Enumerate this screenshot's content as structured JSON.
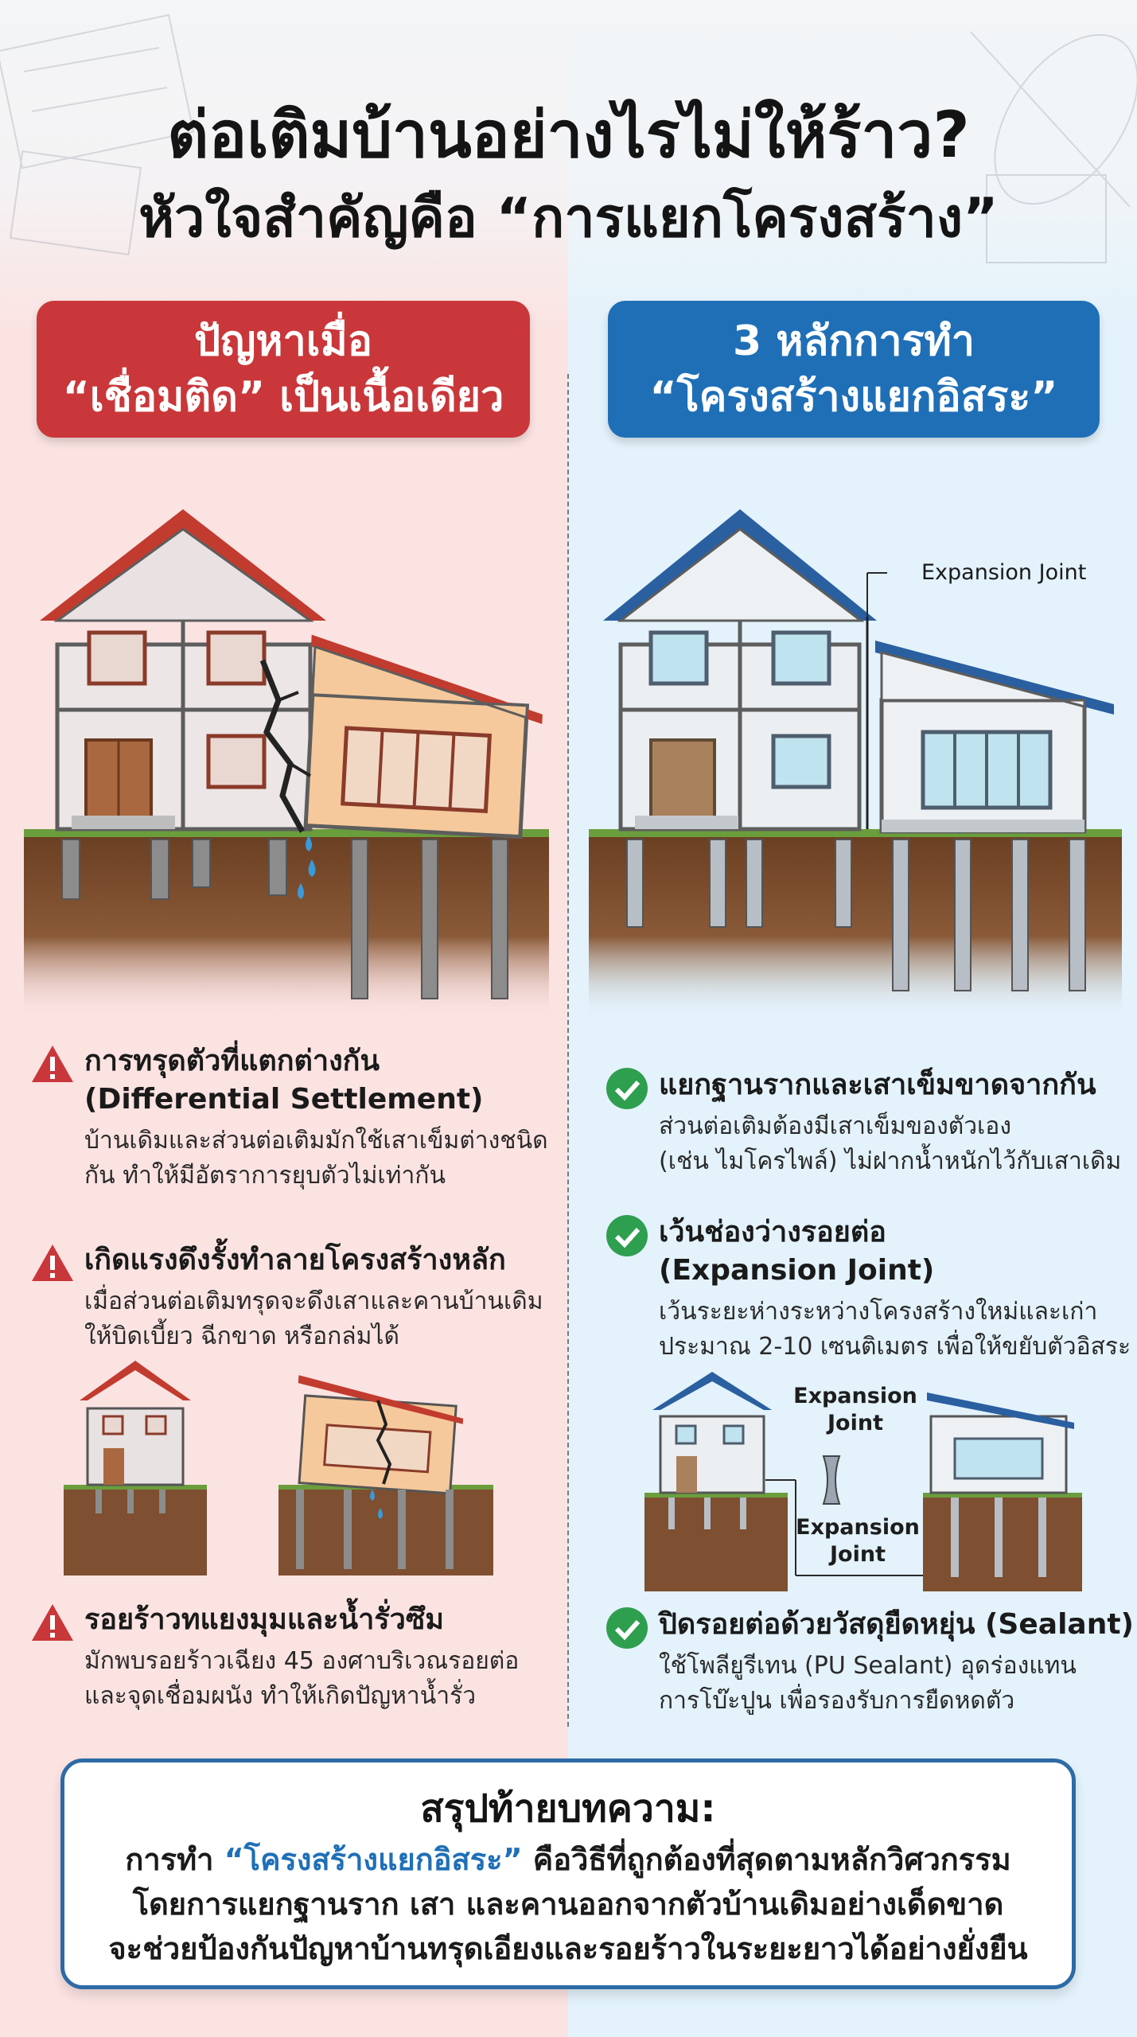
{
  "title": {
    "line1": "ต่อเติมบ้านอย่างไรไม่ให้ร้าว?",
    "line2": "หัวใจสำคัญคือ “การแยกโครงสร้าง”"
  },
  "left": {
    "banner_line1": "ปัญหาเมื่อ",
    "banner_line2": "“เชื่อมติด” เป็นเนื้อเดียว",
    "items": [
      {
        "heading1": "การทรุดตัวที่แตกต่างกัน",
        "heading2": "(Differential Settlement)",
        "body1": "บ้านเดิมและส่วนต่อเติมมักใช้เสาเข็มต่างชนิด",
        "body2": "กัน ทำให้มีอัตราการยุบตัวไม่เท่ากัน"
      },
      {
        "heading1": "เกิดแรงดึงรั้งทำลายโครงสร้างหลัก",
        "body1": "เมื่อส่วนต่อเติมทรุดจะดึงเสาและคานบ้านเดิม",
        "body2": "ให้บิดเบี้ยว ฉีกขาด หรือกล่มได้"
      },
      {
        "heading1": "รอยร้าวทแยงมุมและน้ำรั่วซึม",
        "body1": "มักพบรอยร้าวเฉียง 45 องศาบริเวณรอยต่อ",
        "body2": "และจุดเชื่อมผนัง ทำให้เกิดปัญหาน้ำรั่ว"
      }
    ]
  },
  "right": {
    "banner_line1": "3 หลักการทำ",
    "banner_line2": "“โครงสร้างแยกอิสระ”",
    "expansion_label": "Expansion Joint",
    "small_label1_a": "Expansion",
    "small_label1_b": "Joint",
    "small_label2_a": "Expansion",
    "small_label2_b": "Joint",
    "items": [
      {
        "heading1": "แยกฐานรากและเสาเข็มขาดจากกัน",
        "body1": "ส่วนต่อเติมต้องมีเสาเข็มของตัวเอง",
        "body2": "(เช่น ไมโครไพล์) ไม่ฝากน้ำหนักไว้กับเสาเดิม"
      },
      {
        "heading1": "เว้นช่องว่างรอยต่อ",
        "heading2": "(Expansion Joint)",
        "body1": "เว้นระยะห่างระหว่างโครงสร้างใหม่และเก่า",
        "body2": "ประมาณ 2-10 เซนติเมตร เพื่อให้ขยับตัวอิสระ"
      },
      {
        "heading1": "ปิดรอยต่อด้วยวัสดุยืดหยุ่น (Sealant)",
        "body1": "ใช้โพลียูรีเทน (PU Sealant) อุดร่องแทน",
        "body2": "การโบ๊ะปูน เพื่อรองรับการยืดหดตัว"
      }
    ]
  },
  "summary": {
    "title": "สรุปท้ายบทความ:",
    "line1_pre": "การทำ ",
    "line1_highlight": "“โครงสร้างแยกอิสระ”",
    "line1_post": " คือวิธีที่ถูกต้องที่สุดตามหลักวิศวกรรม",
    "line2": "โดยการแยกฐานราก เสา และคานออกจากตัวบ้านเดิมอย่างเด็ดขาด",
    "line3": "จะช่วยป้องกันปัญหาบ้านทรุดเอียงและรอยร้าวในระยะยาวได้อย่างยั่งยืน"
  },
  "colors": {
    "problem_red": "#c9373a",
    "solution_blue": "#1f6fb7",
    "check_green": "#2e9e4f",
    "left_bg": "#fbe3e2",
    "right_bg": "#e3f2fb"
  },
  "icons": {
    "warning": "warning-icon",
    "check": "check-circle-icon"
  }
}
